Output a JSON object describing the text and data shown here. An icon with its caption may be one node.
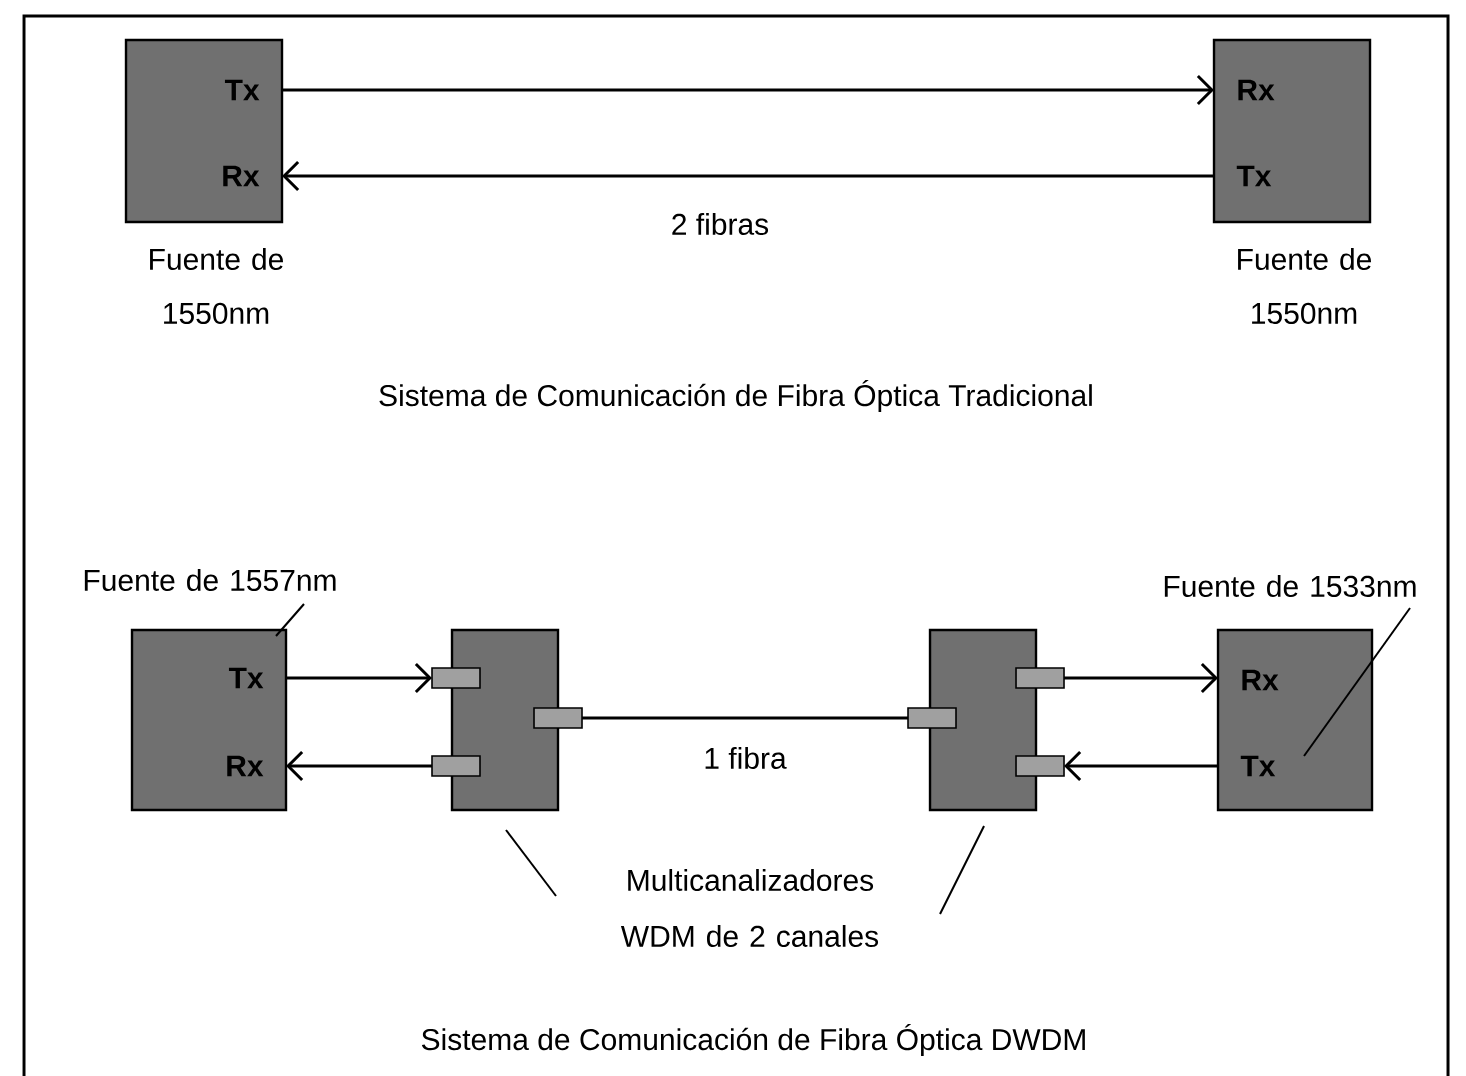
{
  "diagram": {
    "nodes": [
      {
        "text": [
          "Tx",
          "Rx"
        ],
        "beside": [
          "Fuente de 1550nm"
        ]
      },
      {
        "text": [
          "Rx",
          "Tx"
        ],
        "beside": [
          "Fuente de 1550nm"
        ]
      },
      {
        "text": [
          "Tx",
          "Rx"
        ]
      },
      {
        "text": [],
        "shape": "box"
      },
      {
        "text": [],
        "shape": "box"
      },
      {
        "text": [
          "Rx",
          "Tx"
        ]
      },
      {
        "text": [
          "Fuente de 1557nm"
        ]
      },
      {
        "text": [
          "Fuente de 1533nm"
        ]
      },
      {
        "text": [
          "Multicanalizadores WDM de 2 canales"
        ]
      }
    ],
    "edges": [
      {
        "from": 0,
        "to": 1,
        "arrow": "to"
      },
      {
        "from": 1,
        "to": 0,
        "arrow": "to"
      },
      {
        "from": 2,
        "to": 3,
        "arrow": "to"
      },
      {
        "from": 3,
        "to": 2,
        "arrow": "to"
      },
      {
        "from": 3,
        "to": 4,
        "arrow": "none",
        "label": "1 fibra"
      },
      {
        "from": 4,
        "to": 5,
        "arrow": "to"
      },
      {
        "from": 5,
        "to": 4,
        "arrow": "to"
      },
      {
        "from": 6,
        "to": 2,
        "arrow": "none"
      },
      {
        "from": 7,
        "to": 5,
        "arrow": "none"
      },
      {
        "from": 8,
        "to": 3,
        "arrow": "none"
      },
      {
        "from": 8,
        "to": 4,
        "arrow": "none"
      }
    ],
    "labels": [
      "2 fibras",
      "Sistema de Comunicación de Fibra Óptica Tradicional",
      "Sistema de Comunicación de Fibra Óptica DWDM"
    ]
  }
}
